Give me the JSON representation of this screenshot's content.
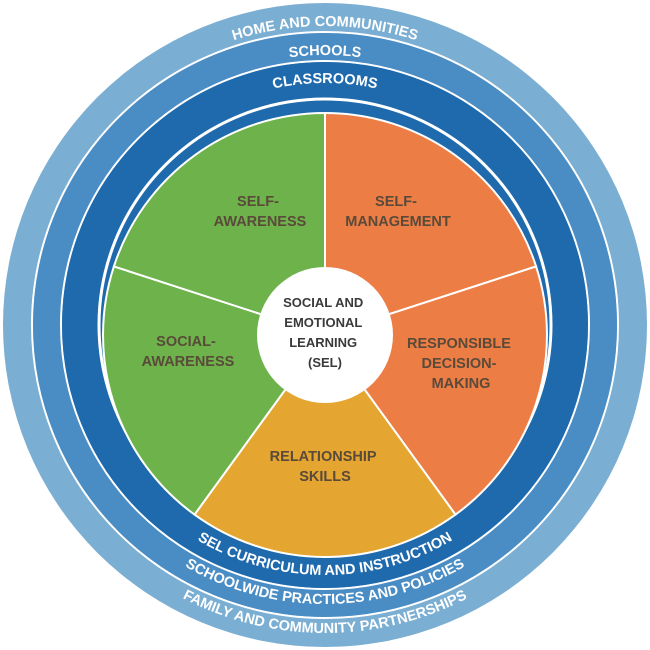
{
  "rings": {
    "outer_top": "HOME AND COMMUNITIES",
    "middle_top": "SCHOOLS",
    "inner_top": "CLASSROOMS",
    "inner_bottom": "SEL CURRICULUM AND INSTRUCTION",
    "middle_bottom": "SCHOOLWIDE PRACTICES AND POLICIES",
    "outer_bottom": "FAMILY AND COMMUNITY PARTNERSHIPS"
  },
  "segments": [
    {
      "id": "self-awareness",
      "lines": [
        "SELF-",
        "AWARENESS"
      ]
    },
    {
      "id": "self-management",
      "lines": [
        "SELF-",
        "MANAGEMENT"
      ]
    },
    {
      "id": "responsible-decision-making",
      "lines": [
        "RESPONSIBLE",
        "DECISION-",
        "MAKING"
      ]
    },
    {
      "id": "relationship-skills",
      "lines": [
        "RELATIONSHIP",
        "SKILLS"
      ]
    },
    {
      "id": "social-awareness",
      "lines": [
        "SOCIAL-",
        "AWARENESS"
      ]
    }
  ],
  "center": {
    "lines": [
      "SOCIAL AND",
      "EMOTIONAL",
      "LEARNING",
      "(SEL)"
    ]
  },
  "colors": {
    "outer_ring": "#7aaed3",
    "middle_ring": "#4a8cc4",
    "inner_ring": "#1f6aad",
    "orange": "#ec7d45",
    "gold": "#e4a531",
    "green": "#6db24a",
    "separator": "#ffffff",
    "center_fill": "#ffffff"
  }
}
